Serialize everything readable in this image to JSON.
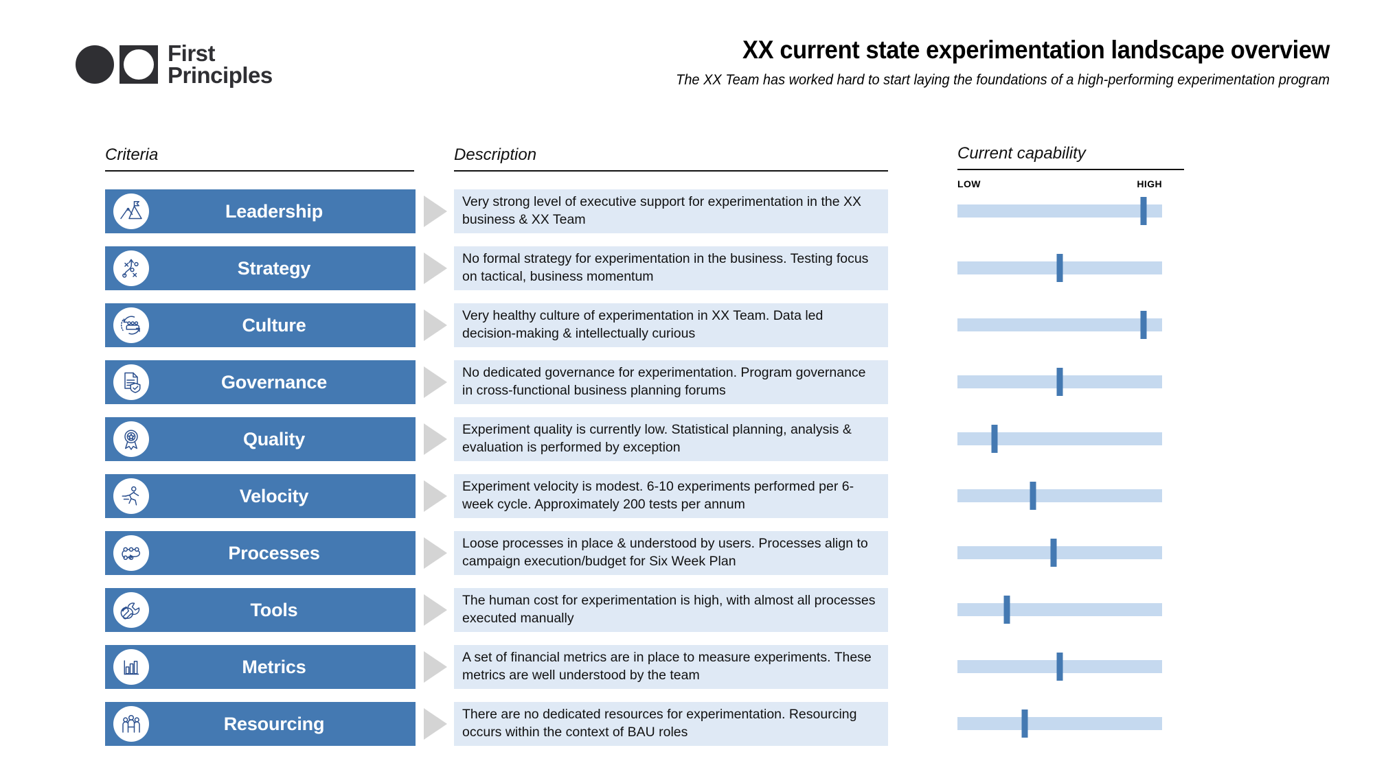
{
  "brand": {
    "logo_line1": "First",
    "logo_line2": "Principles",
    "mark_left_icon": "filled-circle",
    "mark_right_icon": "square-with-circle",
    "dark": "#2f2f33"
  },
  "header": {
    "title": "XX current state experimentation landscape overview",
    "subtitle": "The XX Team has worked hard to start laying the foundations of a high-performing experimentation program"
  },
  "columns": {
    "criteria": "Criteria",
    "description": "Description",
    "capability": "Current capability"
  },
  "scale": {
    "low": "LOW",
    "high": "HIGH"
  },
  "colors": {
    "bar_blue": "#4479b2",
    "desc_blue": "#dfe9f5",
    "track_blue": "#c5d9ef",
    "chevron_grey": "#d4d4d4"
  },
  "chart_data": {
    "type": "bar",
    "title": "Current capability",
    "xlabel": "",
    "ylabel": "",
    "categories": [
      "Leadership",
      "Strategy",
      "Culture",
      "Governance",
      "Quality",
      "Velocity",
      "Processes",
      "Tools",
      "Metrics",
      "Resourcing"
    ],
    "values": [
      91,
      50,
      91,
      50,
      18,
      37,
      47,
      24,
      50,
      33
    ],
    "xlim": [
      0,
      100
    ],
    "tick_labels": [
      "LOW",
      "HIGH"
    ],
    "grid": false,
    "legend": "none"
  },
  "rows": [
    {
      "criteria": "Leadership",
      "icon": "mountain-flag-icon",
      "description": "Very strong level of executive support for experimentation in the XX business & XX Team",
      "capability": 91
    },
    {
      "criteria": "Strategy",
      "icon": "playbook-strategy-icon",
      "description": "No formal strategy for experimentation in the business. Testing focus on tactical, business momentum",
      "capability": 50
    },
    {
      "criteria": "Culture",
      "icon": "team-cycle-icon",
      "description": "Very healthy culture of experimentation in XX Team. Data led decision-making & intellectually curious",
      "capability": 91
    },
    {
      "criteria": "Governance",
      "icon": "document-shield-icon",
      "description": "No dedicated governance for experimentation. Program governance in cross-functional business planning forums",
      "capability": 50
    },
    {
      "criteria": "Quality",
      "icon": "award-ribbon-icon",
      "description": "Experiment quality is currently low. Statistical planning, analysis & evaluation is performed by exception",
      "capability": 18
    },
    {
      "criteria": "Velocity",
      "icon": "running-person-icon",
      "description": "Experiment velocity is modest. 6-10 experiments performed per 6-week cycle. Approximately 200 tests per annum",
      "capability": 37
    },
    {
      "criteria": "Processes",
      "icon": "process-flow-icon",
      "description": "Loose processes in place & understood by users. Processes align to campaign execution/budget  for Six Week Plan",
      "capability": 47
    },
    {
      "criteria": "Tools",
      "icon": "wrench-icon",
      "description": "The human cost for experimentation is high, with almost all processes executed manually",
      "capability": 24
    },
    {
      "criteria": "Metrics",
      "icon": "bar-chart-icon",
      "description": "A set of financial metrics are in place to measure experiments. These metrics are well understood by the team",
      "capability": 50
    },
    {
      "criteria": "Resourcing",
      "icon": "people-group-icon",
      "description": "There are no dedicated resources for experimentation. Resourcing occurs within the context of BAU roles",
      "capability": 33
    }
  ]
}
